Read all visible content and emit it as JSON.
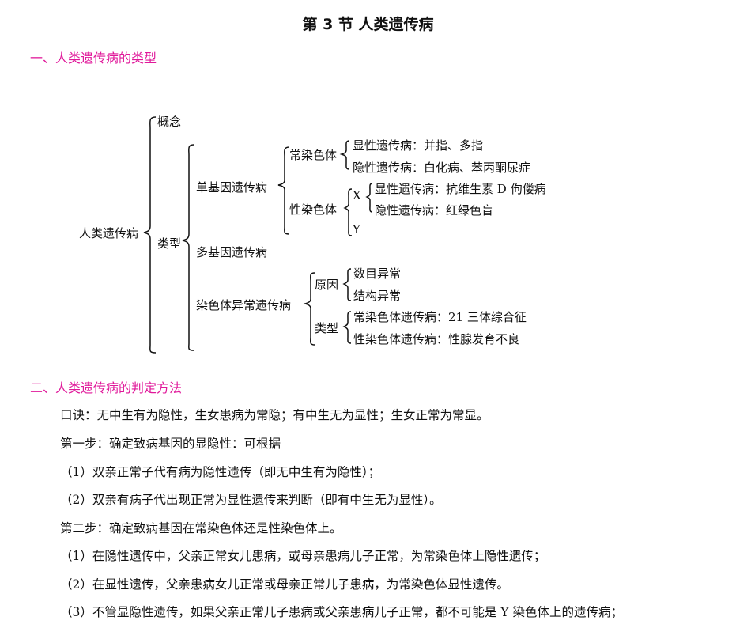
{
  "title": "第 3 节  人类遗传病",
  "section1": "一、人类遗传病的类型",
  "tree": {
    "root": "人类遗传病",
    "concept": "概念",
    "type": "类型",
    "single": "单基因遗传病",
    "auto": "常染色体",
    "auto_dom": "显性遗传病：并指、多指",
    "auto_rec": "隐性遗传病：白化病、苯丙酮尿症",
    "sex": "性染色体",
    "x": "X",
    "y": "Y",
    "x_dom": "显性遗传病：抗维生素 D 佝偻病",
    "x_rec": "隐性遗传病：红绿色盲",
    "multi": "多基因遗传病",
    "chrom": "染色体异常遗传病",
    "cause": "原因",
    "cause1": "数目异常",
    "cause2": "结构异常",
    "ctype": "类型",
    "ctype1": "常染色体遗传病：21 三体综合征",
    "ctype2": "性染色体遗传病：性腺发育不良"
  },
  "section2": "二、人类遗传病的判定方法",
  "paras": [
    "口诀：无中生有为隐性，生女患病为常隐；有中生无为显性；生女正常为常显。",
    "第一步：确定致病基因的显隐性：可根据",
    "（1）双亲正常子代有病为隐性遗传（即无中生有为隐性）；",
    "（2）双亲有病子代出现正常为显性遗传来判断（即有中生无为显性）。",
    "第二步：确定致病基因在常染色体还是性染色体上。",
    "（1）在隐性遗传中，父亲正常女儿患病，或母亲患病儿子正常，为常染色体上隐性遗传；",
    "（2）在显性遗传，父亲患病女儿正常或母亲正常儿子患病，为常染色体显性遗传。",
    "（3）不管显隐性遗传，如果父亲正常儿子患病或父亲患病儿子正常，都不可能是 Y 染色体上的遗传病；"
  ]
}
